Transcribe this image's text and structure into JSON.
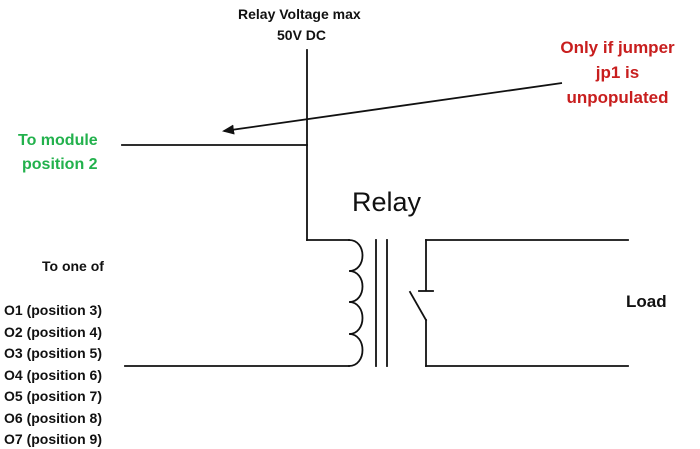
{
  "supply": {
    "line1": "Relay Voltage max",
    "line2": "50V DC"
  },
  "note": {
    "line1": "Only if jumper",
    "line2": "jp1 is",
    "line3": "unpopulated",
    "color": "#c81e1e"
  },
  "module": {
    "line1": "To module",
    "line2": "position 2",
    "color": "#22b14c"
  },
  "relay": {
    "title": "Relay"
  },
  "outputs": {
    "heading": "To one of",
    "items": [
      "O1 (position 3)",
      "O2 (position 4)",
      "O3 (position 5)",
      "O4 (position 6)",
      "O5 (position 7)",
      "O6 (position 8)",
      "O7 (position 9)"
    ]
  },
  "load": {
    "label": "Load"
  }
}
